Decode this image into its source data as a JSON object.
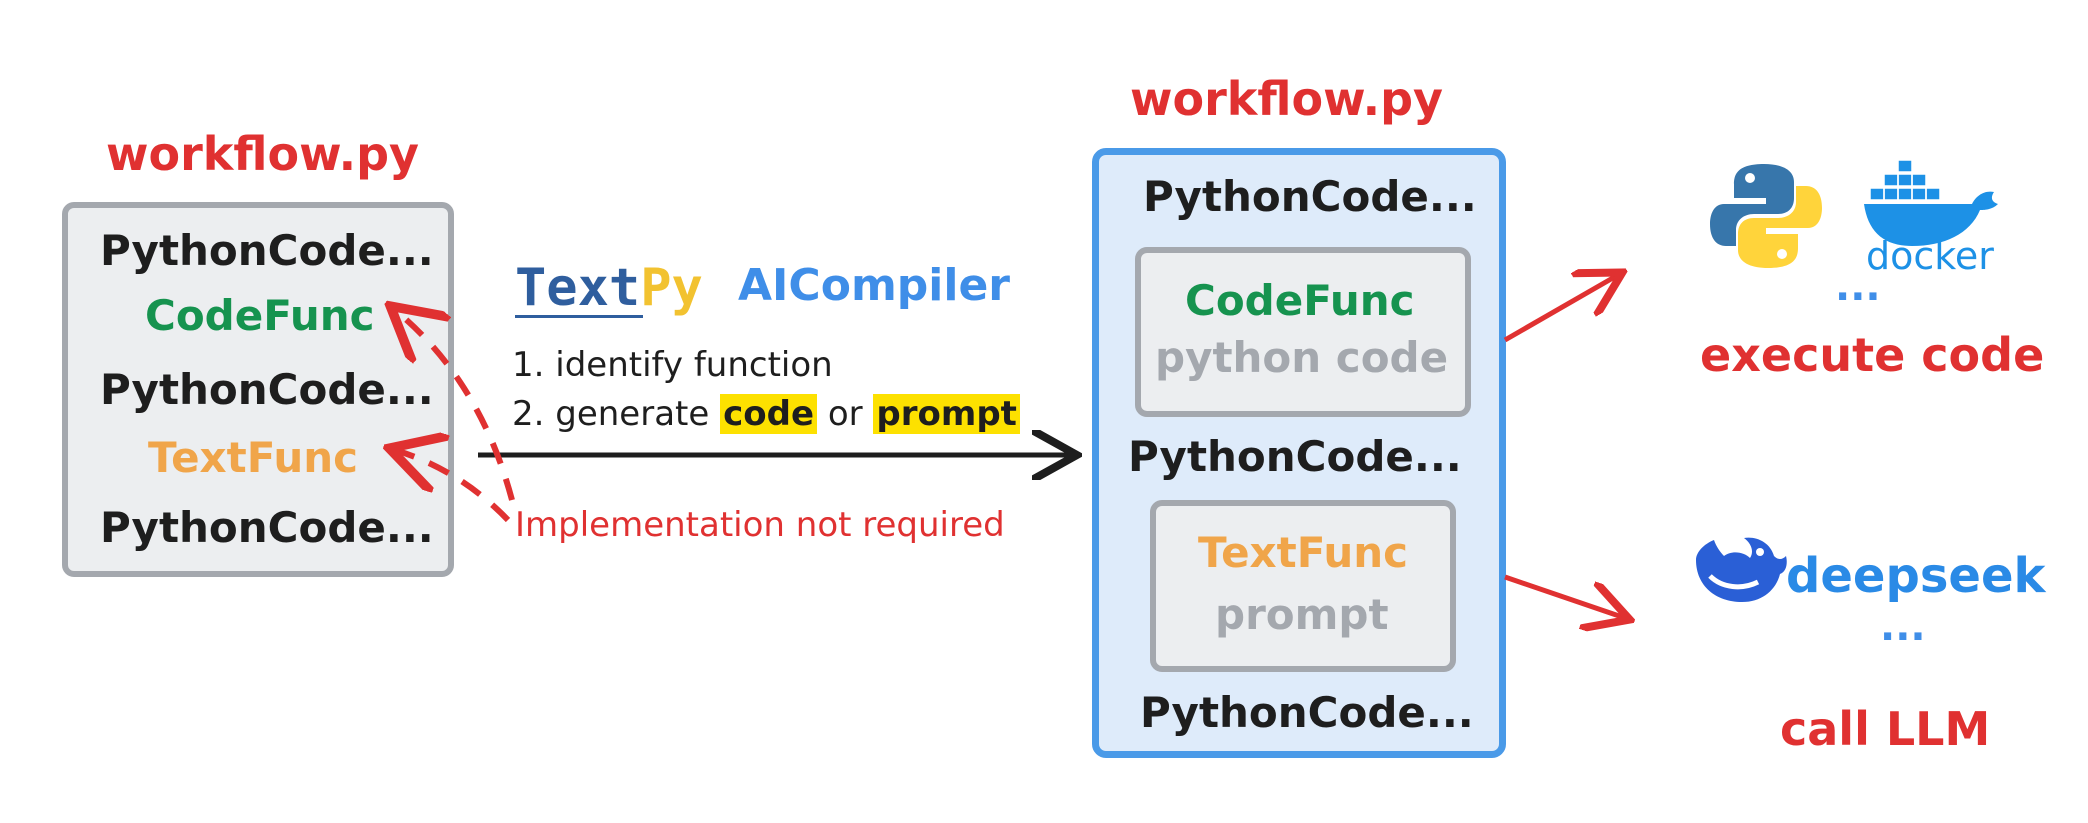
{
  "left": {
    "title": "workflow.py",
    "lines": [
      "PythonCode...",
      "CodeFunc",
      "PythonCode...",
      "TextFunc",
      "PythonCode..."
    ]
  },
  "compiler": {
    "logo_text": "TextPy",
    "logo_part1": "Text",
    "logo_part2": "Py",
    "name": "AICompiler",
    "step1": "1. identify function",
    "step2_prefix": "2. generate",
    "step2_code": "code",
    "step2_or": "or",
    "step2_prompt": "prompt",
    "note": "Implementation not required"
  },
  "right": {
    "title": "workflow.py",
    "line1": "PythonCode...",
    "codefunc_title": "CodeFunc",
    "codefunc_body": "python code",
    "line2": "PythonCode...",
    "textfunc_title": "TextFunc",
    "textfunc_body": "prompt",
    "line3": "PythonCode..."
  },
  "targets": {
    "docker_label": "docker",
    "exec_ellipsis": "...",
    "exec_label": "execute code",
    "deepseek_label": "deepseek",
    "llm_ellipsis": "...",
    "llm_label": "call LLM"
  },
  "icons": [
    "python-logo-icon",
    "docker-logo-icon",
    "deepseek-logo-icon"
  ],
  "colors": {
    "red": "#e03131",
    "green": "#16934f",
    "orange": "#f0a54a",
    "blue": "#3f8ee8",
    "highlight": "#fde100",
    "gray_box": "#eceef0",
    "blue_box": "#deebfa"
  }
}
